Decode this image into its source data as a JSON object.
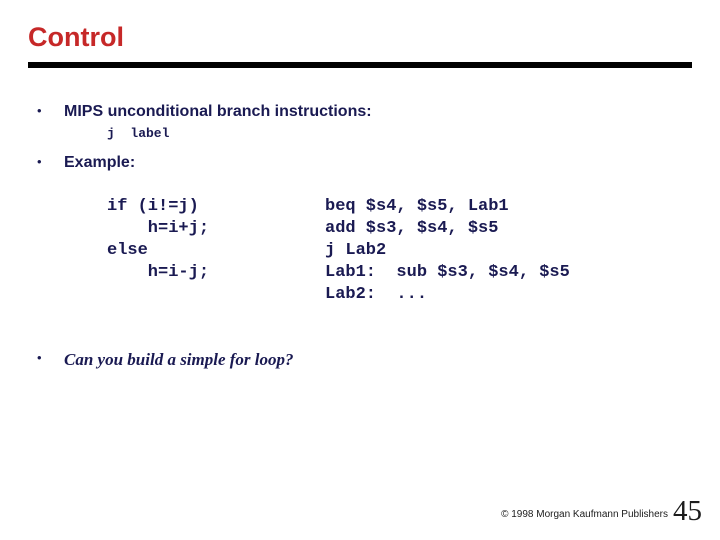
{
  "slide": {
    "title": "Control",
    "bullet_glyph": "•",
    "bullet1": {
      "label": "MIPS unconditional branch instructions:",
      "inline_code": "j  label"
    },
    "bullet2": {
      "label": "Example:"
    },
    "code_left": {
      "lines": [
        "if (i!=j)",
        "    h=i+j;",
        "else",
        "    h=i-j;"
      ]
    },
    "code_right": {
      "lines": [
        "beq $s4, $s5, Lab1",
        "add $s3, $s4, $s5",
        "j Lab2",
        "Lab1:  sub $s3, $s4, $s5",
        "Lab2:  ..."
      ]
    },
    "bullet3": {
      "label": "Can you build a simple for loop?"
    },
    "footer": {
      "copyright": "© 1998 Morgan Kaufmann Publishers",
      "page_number": "45"
    },
    "colors": {
      "title_red": "#c62828",
      "body_navy": "#1a1a52",
      "rule_black": "#000000",
      "footer_black": "#1c1c1c",
      "background": "#ffffff"
    }
  }
}
